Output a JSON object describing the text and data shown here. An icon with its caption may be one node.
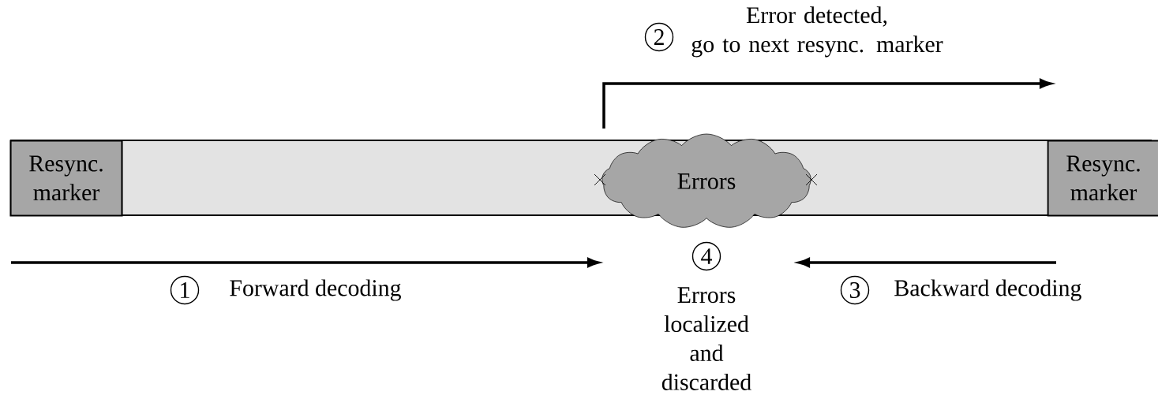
{
  "diagram": {
    "nodes": [
      {
        "text": [
          "Resync. marker"
        ]
      },
      {
        "text": [
          "Errors"
        ]
      },
      {
        "text": [
          "Resync. marker"
        ]
      }
    ],
    "edges": [
      {
        "from": null,
        "to": 1,
        "arrow": "to"
      },
      {
        "from": 1,
        "to": null,
        "arrow": "to"
      },
      {
        "from": null,
        "to": 1,
        "arrow": "to"
      }
    ],
    "labels": [
      "2",
      "Error detected, go to next resync. marker",
      "1",
      "Forward decoding",
      "4",
      "Errors localized and discarded",
      "3",
      "Backward decoding"
    ]
  }
}
